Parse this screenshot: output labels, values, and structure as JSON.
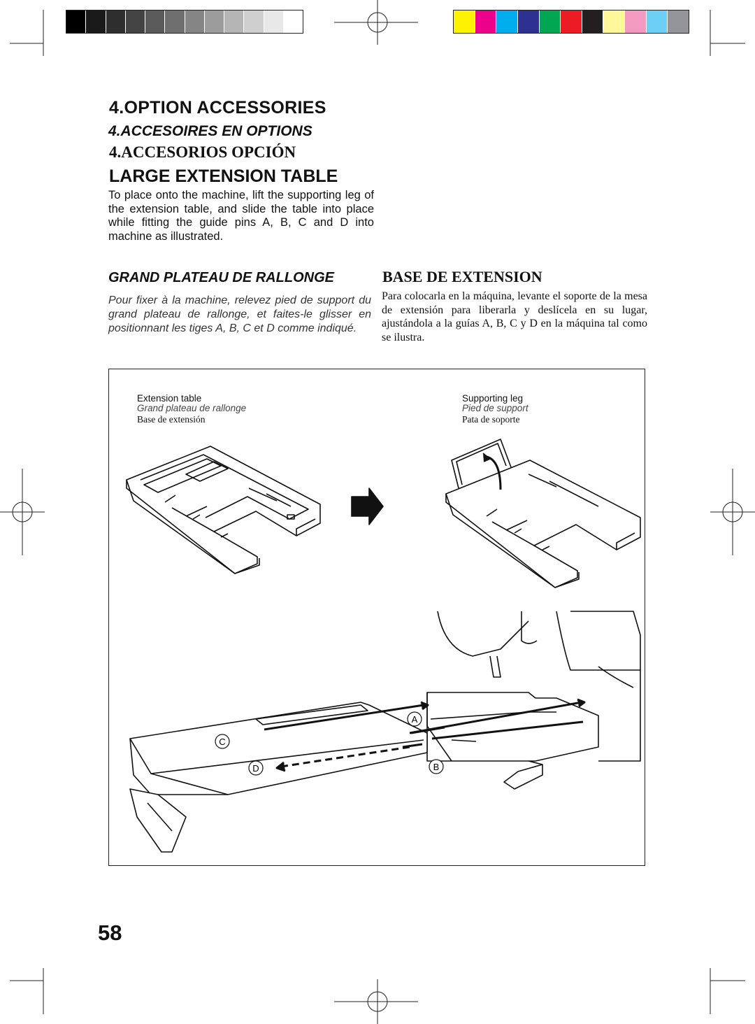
{
  "colors": {
    "gray_swatches": [
      "#000000",
      "#1a1a1a",
      "#2e2e2e",
      "#444444",
      "#5a5a5a",
      "#6f6f6f",
      "#858585",
      "#9c9c9c",
      "#b5b5b5",
      "#cfcfcf",
      "#e8e8e8",
      "#ffffff"
    ],
    "color_swatches": [
      "#fff200",
      "#ec008c",
      "#00aeef",
      "#2e3192",
      "#00a651",
      "#ed1c24",
      "#231f20",
      "#fff799",
      "#f49ac1",
      "#6dcff6",
      "#939598"
    ]
  },
  "heading": {
    "en": "4.OPTION ACCESSORIES",
    "fr": "4.ACCESOIRES EN OPTIONS",
    "es": "4.ACCESORIOS OPCIÓN"
  },
  "section_en": {
    "title": "LARGE EXTENSION TABLE",
    "body": "To place onto the machine, lift the supporting leg of the extension table, and slide the table into place while fitting the guide pins A, B, C and D into machine as illustrated."
  },
  "section_fr": {
    "title": "GRAND PLATEAU DE RALLONGE",
    "body": "Pour fixer à la machine, relevez pied de support du grand plateau de rallonge, et faites-le glisser en positionnant les tiges A, B, C et D comme indiqué."
  },
  "section_es": {
    "title": "BASE DE EXTENSION",
    "body": "Para colocarla en la máquina, levante el soporte de la mesa de extensión para liberarla y deslícela en su lugar, ajustándola a la guías A, B, C y D en la máquina tal como se ilustra."
  },
  "figure": {
    "left_label": {
      "en": "Extension table",
      "fr": "Grand plateau de rallonge",
      "es": "Base de extensión"
    },
    "right_label": {
      "en": "Supporting leg",
      "fr": "Pied de support",
      "es": "Pata de soporte"
    },
    "pins": {
      "a": "A",
      "b": "B",
      "c": "C",
      "d": "D"
    }
  },
  "page_number": "58"
}
